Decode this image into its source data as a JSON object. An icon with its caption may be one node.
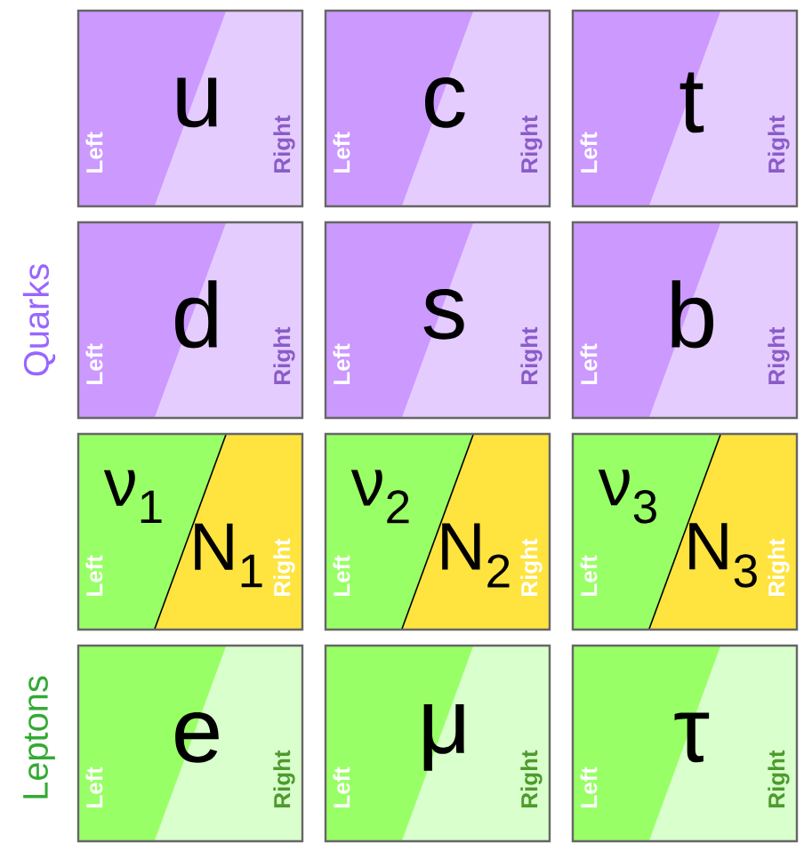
{
  "diagram": {
    "nodes": [
      {
        "text": [
          "u",
          "Left",
          "Right"
        ]
      },
      {
        "text": [
          "c",
          "Left",
          "Right"
        ]
      },
      {
        "text": [
          "t",
          "Left",
          "Right"
        ]
      },
      {
        "text": [
          "d",
          "Left",
          "Right"
        ]
      },
      {
        "text": [
          "s",
          "Left",
          "Right"
        ]
      },
      {
        "text": [
          "b",
          "Left",
          "Right"
        ]
      },
      {
        "text": [
          "ν$_{1}$",
          "N$_{1}$",
          "Left",
          "Right"
        ]
      },
      {
        "text": [
          "ν$_{2}$",
          "N$_{2}$",
          "Left",
          "Right"
        ]
      },
      {
        "text": [
          "ν$_{3}$",
          "N$_{3}$",
          "Left",
          "Right"
        ]
      },
      {
        "text": [
          "e",
          "Left",
          "Right"
        ]
      },
      {
        "text": [
          "μ",
          "Left",
          "Right"
        ]
      },
      {
        "text": [
          "τ",
          "Left",
          "Right"
        ]
      }
    ],
    "labels": [
      "Quarks",
      "Leptons"
    ]
  }
}
